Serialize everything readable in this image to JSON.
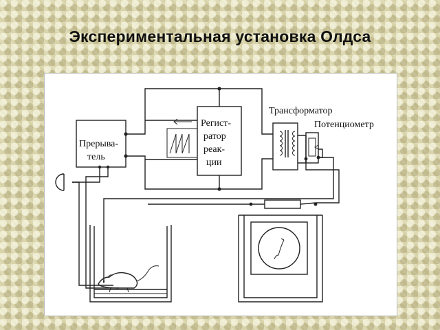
{
  "slide": {
    "title": "Экспериментальная установка Олдса"
  },
  "diagram": {
    "interrupter": {
      "line1": "Прерыва-",
      "line2": "тель"
    },
    "reaction_recorder": {
      "line1": "Регист-",
      "line2": "ратор",
      "line3": "реак-",
      "line4": "ции"
    },
    "transformer_label": "Трансформатор",
    "potentiometer_label": "Потенциометр"
  }
}
